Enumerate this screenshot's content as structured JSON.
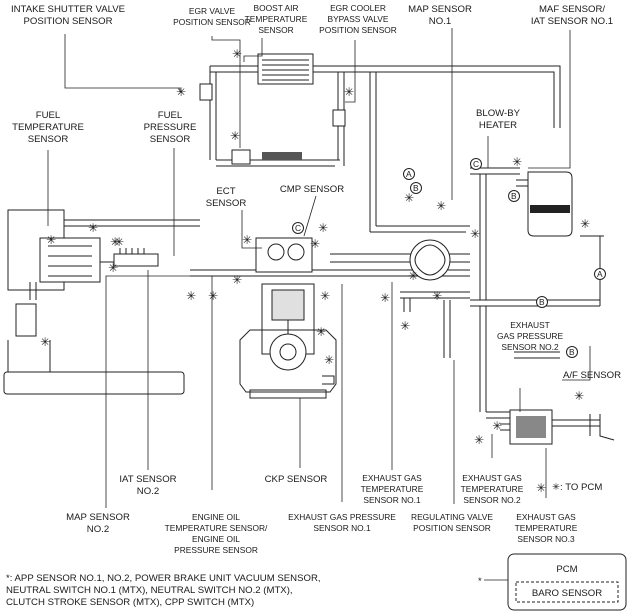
{
  "labels": {
    "intake_shutter": [
      "INTAKE SHUTTER VALVE",
      "POSITION SENSOR"
    ],
    "egr_valve": [
      "EGR VALVE",
      "POSITION SENSOR"
    ],
    "boost_air": [
      "BOOST AIR",
      "TEMPERATURE",
      "SENSOR"
    ],
    "egr_cooler": [
      "EGR COOLER",
      "BYPASS VALVE",
      "POSITION SENSOR"
    ],
    "map1": [
      "MAP SENSOR",
      "NO.1"
    ],
    "maf": [
      "MAF SENSOR/",
      "IAT SENSOR NO.1"
    ],
    "fuel_temp": [
      "FUEL",
      "TEMPERATURE",
      "SENSOR"
    ],
    "fuel_pressure": [
      "FUEL",
      "PRESSURE",
      "SENSOR"
    ],
    "blowby": [
      "BLOW-BY",
      "HEATER"
    ],
    "ect": [
      "ECT",
      "SENSOR"
    ],
    "cmp": [
      "CMP SENSOR"
    ],
    "exh_gas_p2": [
      "EXHAUST",
      "GAS PRESSURE",
      "SENSOR NO.2"
    ],
    "af": [
      "A/F SENSOR"
    ],
    "to_pcm": [
      "✳: TO PCM"
    ],
    "iat2": [
      "IAT SENSOR",
      "NO.2"
    ],
    "ckp": [
      "CKP SENSOR"
    ],
    "egt1": [
      "EXHAUST GAS",
      "TEMPERATURE",
      "SENSOR NO.1"
    ],
    "egt2": [
      "EXHAUST GAS",
      "TEMPERATURE",
      "SENSOR NO.2"
    ],
    "map2": [
      "MAP SENSOR",
      "NO.2"
    ],
    "eot": [
      "ENGINE OIL",
      "TEMPERATURE SENSOR/",
      "ENGINE OIL",
      "PRESSURE SENSOR"
    ],
    "exh_gas_p1": [
      "EXHAUST GAS PRESSURE",
      "SENSOR NO.1"
    ],
    "reg_valve": [
      "REGULATING VALVE",
      "POSITION SENSOR"
    ],
    "egt3": [
      "EXHAUST GAS",
      "TEMPERATURE",
      "SENSOR NO.3"
    ]
  },
  "markers": {
    "a": "A",
    "b": "B",
    "c": "C"
  },
  "pcm_box": {
    "title": "PCM",
    "baro": "BARO SENSOR",
    "asterisk": "*"
  },
  "footnote": {
    "line1": "*: APP SENSOR NO.1, NO.2, POWER BRAKE UNIT VACUUM SENSOR,",
    "line2": "NEUTRAL SWITCH NO.1 (MTX), NEUTRAL SWITCH NO.2 (MTX),",
    "line3": "CLUTCH STROKE SENSOR (MTX), CPP SWITCH (MTX)"
  },
  "sensor_marker": "✳"
}
